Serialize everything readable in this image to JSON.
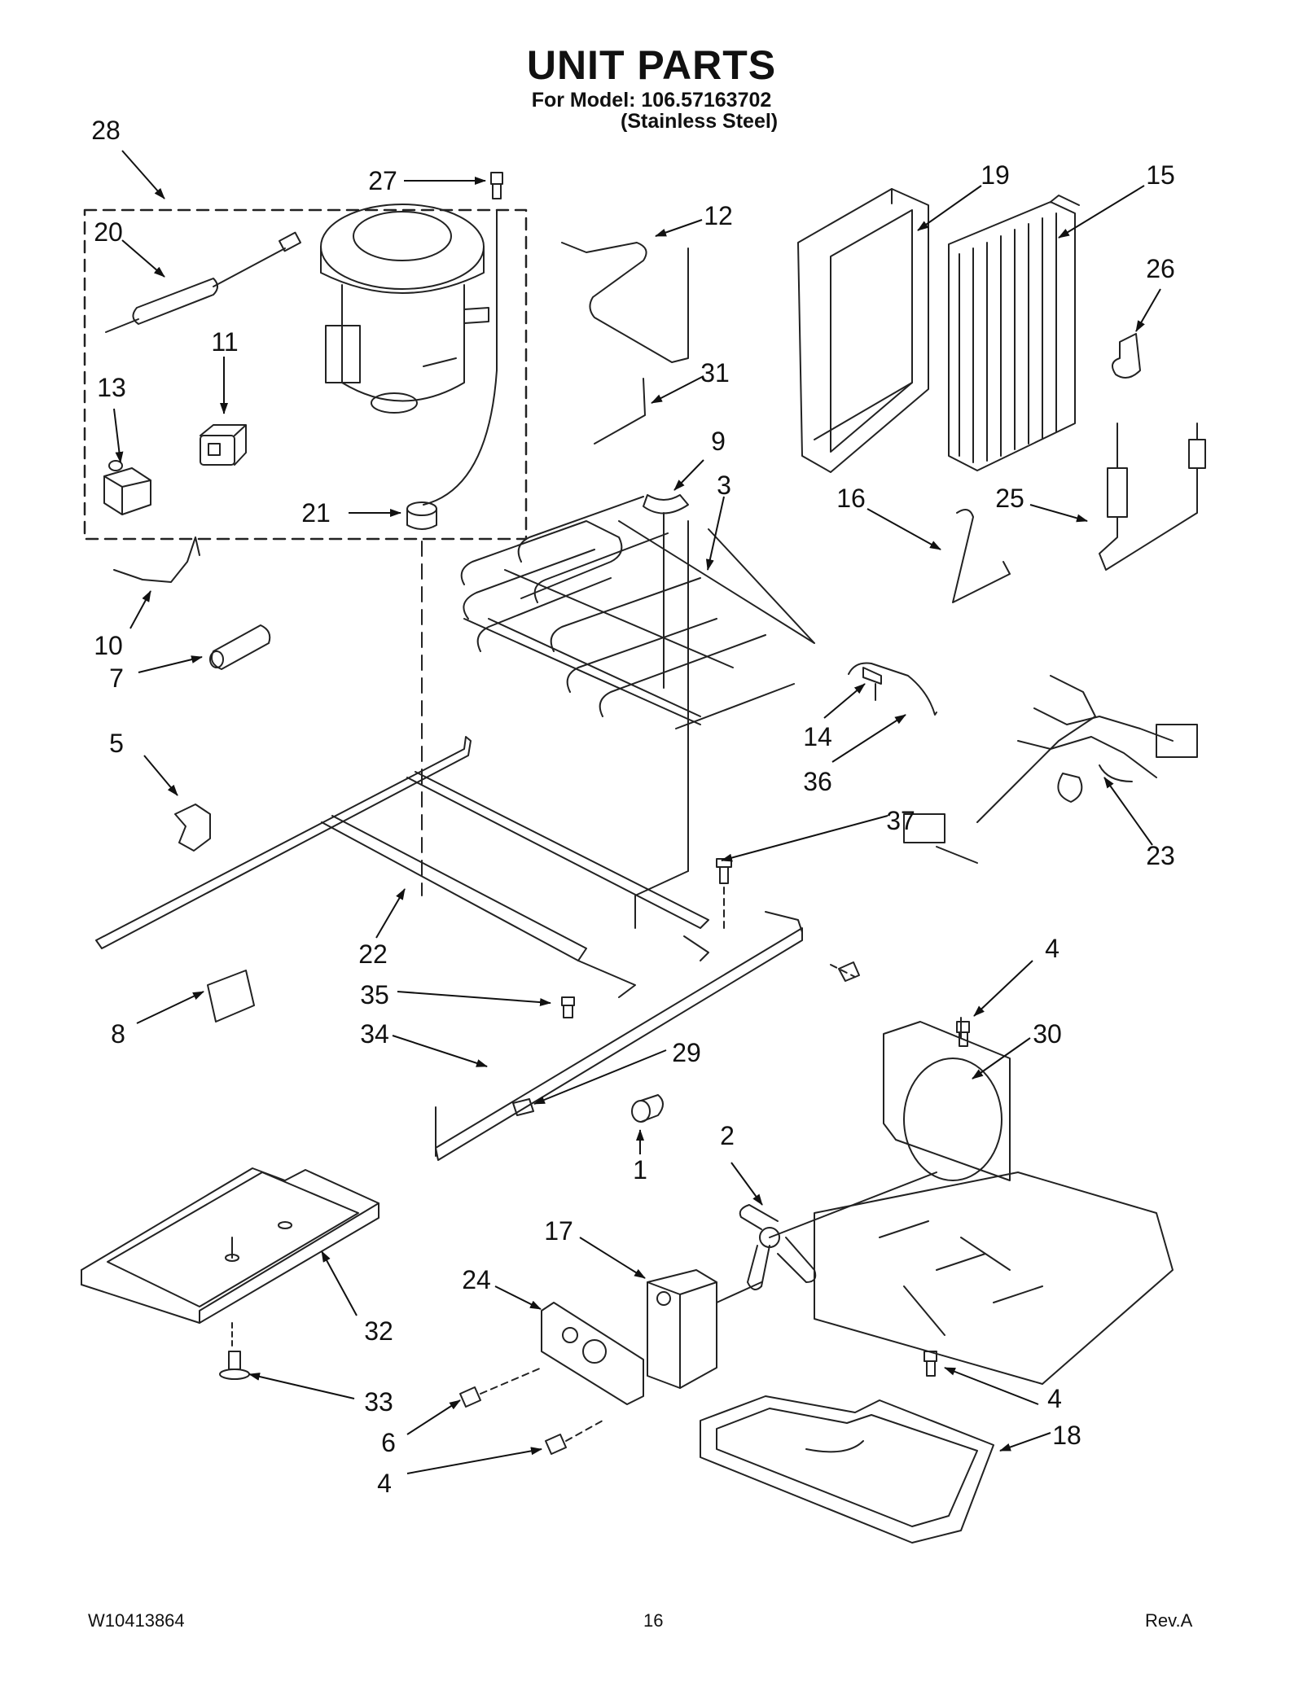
{
  "header": {
    "title": "UNIT PARTS",
    "model_line": "For Model: 106.57163702",
    "finish_line": "(Stainless Steel)"
  },
  "callouts": {
    "p1": "1",
    "p2": "2",
    "p3": "3",
    "p4a": "4",
    "p4b": "4",
    "p4c": "4",
    "p5": "5",
    "p6": "6",
    "p7": "7",
    "p8": "8",
    "p9": "9",
    "p10": "10",
    "p11": "11",
    "p12": "12",
    "p13": "13",
    "p14": "14",
    "p15": "15",
    "p16": "16",
    "p17": "17",
    "p18": "18",
    "p19": "19",
    "p20": "20",
    "p21": "21",
    "p22": "22",
    "p23": "23",
    "p24": "24",
    "p25": "25",
    "p26": "26",
    "p27": "27",
    "p28": "28",
    "p29": "29",
    "p30": "30",
    "p31": "31",
    "p32": "32",
    "p33": "33",
    "p34": "34",
    "p35": "35",
    "p36": "36",
    "p37": "37"
  },
  "footer": {
    "doc_number": "W10413864",
    "page_number": "16",
    "revision": "Rev.A"
  }
}
